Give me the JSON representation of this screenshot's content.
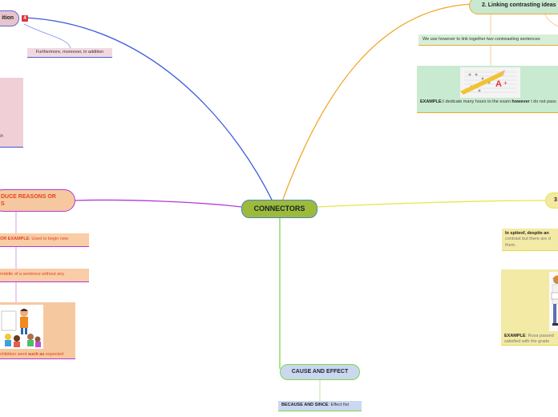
{
  "central": {
    "label": "CONNECTORS"
  },
  "addition": {
    "label": "Addition",
    "visible_label": "ition",
    "badge": "4",
    "example": "Furthermore, moreover, in addition",
    "card_text": "uch"
  },
  "contrast": {
    "label": "2. Linking contrasting ideas",
    "description": "We use however to link together two contreasting sentences",
    "example_prefix": "EXAMPLE:",
    "example_before": "I dedicate many hours to the exam ",
    "example_keyword": "however",
    "example_after": " I do not pass"
  },
  "reasons": {
    "label": "DUCE REASONS OR S",
    "line1": "DUCE REASONS OR",
    "line2": "S",
    "example_keyword": "OR EXAMPLE",
    "example_rest": ": Used to begin new",
    "middle_text": "middle of a sentence without any",
    "card_before": "xhibition went ",
    "card_keyword": "such as",
    "card_after": " expected"
  },
  "cause": {
    "label": "CAUSE AND EFFECT",
    "since_keyword": "BECAUSE AND SINCE",
    "since_rest": ": Effect fist"
  },
  "third": {
    "label": "3",
    "desc_keyword": "In spiteof, despite an",
    "desc_rest": "contrast but there are d them.",
    "example_prefix": "EXAMPLE",
    "example_text": ": Rosa passed satisfied with the grade"
  },
  "colors": {
    "central_fill": "#9dba3a",
    "addition_branch": "#3b5bdb",
    "contrast_branch": "#f0a92f",
    "reasons_branch": "#b23ad7",
    "cause_branch": "#79d94d",
    "third_branch": "#e5e84a"
  }
}
